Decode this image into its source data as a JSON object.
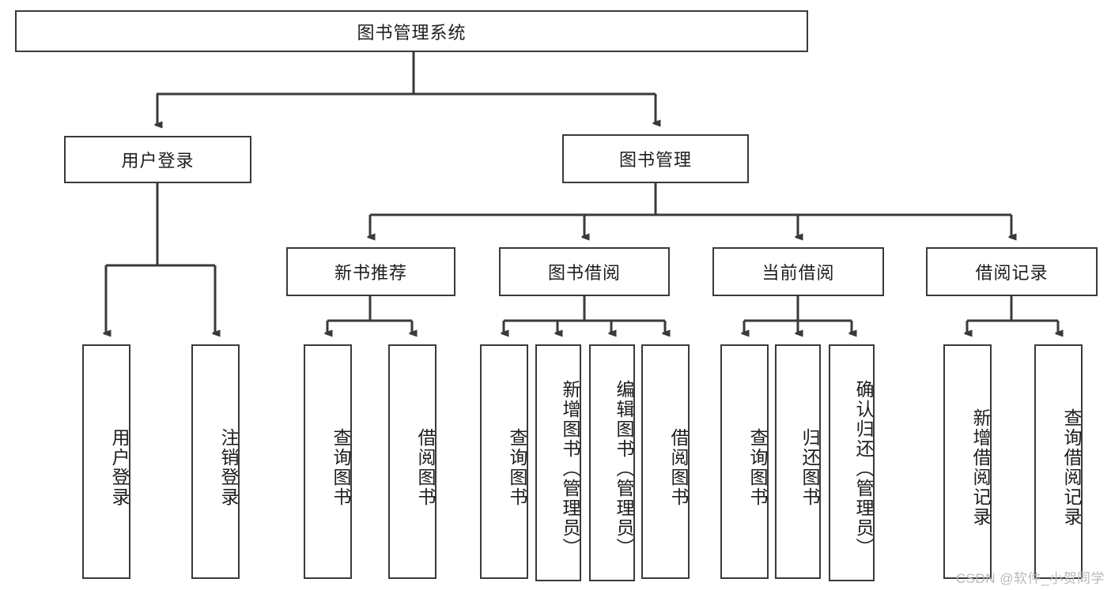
{
  "diagram": {
    "type": "tree-flowchart",
    "title": "图书管理系统",
    "orientation": "top-down",
    "root": {
      "id": "root",
      "label": "图书管理系统",
      "text_direction": "horizontal"
    },
    "level2": [
      {
        "id": "user-login",
        "label": "用户登录",
        "text_direction": "horizontal"
      },
      {
        "id": "book-manage",
        "label": "图书管理",
        "text_direction": "horizontal"
      }
    ],
    "level3": [
      {
        "id": "new-book-recommend",
        "label": "新书推荐",
        "text_direction": "horizontal",
        "parent": "book-manage"
      },
      {
        "id": "book-borrow",
        "label": "图书借阅",
        "text_direction": "horizontal",
        "parent": "book-manage"
      },
      {
        "id": "current-borrow",
        "label": "当前借阅",
        "text_direction": "horizontal",
        "parent": "book-manage"
      },
      {
        "id": "borrow-record",
        "label": "借阅记录",
        "text_direction": "horizontal",
        "parent": "book-manage"
      }
    ],
    "leaves": [
      {
        "id": "leaf-user-login",
        "label": "用户登录",
        "parent": "user-login",
        "text_direction": "vertical"
      },
      {
        "id": "leaf-user-logout",
        "label": "注销登录",
        "parent": "user-login",
        "text_direction": "vertical"
      },
      {
        "id": "leaf-query-book-1",
        "label": "查询图书",
        "parent": "new-book-recommend",
        "text_direction": "vertical"
      },
      {
        "id": "leaf-borrow-book-1",
        "label": "借阅图书",
        "parent": "new-book-recommend",
        "text_direction": "vertical"
      },
      {
        "id": "leaf-query-book-2",
        "label": "查询图书",
        "parent": "book-borrow",
        "text_direction": "vertical"
      },
      {
        "id": "leaf-add-book",
        "label": "新增图书（管理员）",
        "parent": "book-borrow",
        "text_direction": "vertical"
      },
      {
        "id": "leaf-edit-book",
        "label": "编辑图书（管理员）",
        "parent": "book-borrow",
        "text_direction": "vertical"
      },
      {
        "id": "leaf-borrow-book-2",
        "label": "借阅图书",
        "parent": "book-borrow",
        "text_direction": "vertical"
      },
      {
        "id": "leaf-query-book-3",
        "label": "查询图书",
        "parent": "current-borrow",
        "text_direction": "vertical"
      },
      {
        "id": "leaf-return-book",
        "label": "归还图书",
        "parent": "current-borrow",
        "text_direction": "vertical"
      },
      {
        "id": "leaf-confirm-return",
        "label": "确认归还（管理员）",
        "parent": "current-borrow",
        "text_direction": "vertical"
      },
      {
        "id": "leaf-add-record",
        "label": "新增借阅记录",
        "parent": "borrow-record",
        "text_direction": "vertical"
      },
      {
        "id": "leaf-query-record",
        "label": "查询借阅记录",
        "parent": "borrow-record",
        "text_direction": "vertical"
      }
    ]
  },
  "style": {
    "border_color": "#3a3a3a",
    "text_color": "#1d1d1d",
    "background": "#ffffff",
    "edge_color": "#3a3a3a",
    "watermark_color": "#b9b9b9"
  },
  "watermark": {
    "text": "CSDN @软件_小贺同学"
  }
}
